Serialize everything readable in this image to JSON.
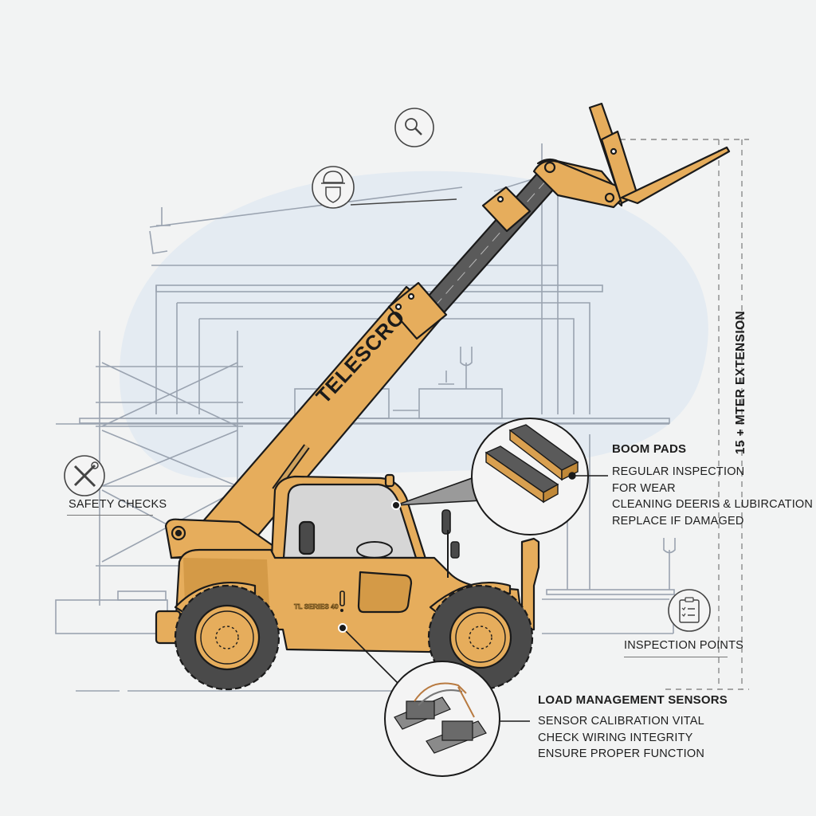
{
  "diagram": {
    "subject": "Telehandler maintenance overview",
    "machine": {
      "boom_brand_text": "TELESCRO",
      "body_model_text": "TL SERIES 40"
    },
    "dimension": {
      "label": "15 + MTER EXTENSION"
    },
    "icons": [
      {
        "name": "magnifier-icon",
        "label": ""
      },
      {
        "name": "hardhat-shield-icon",
        "label": ""
      },
      {
        "name": "wrench-screwdriver-icon",
        "label": "SAFETY CHECKS"
      },
      {
        "name": "clipboard-checklist-icon",
        "label": "INSPECTION POINTS"
      }
    ],
    "callouts": {
      "boom_pads": {
        "title": "BOOM PADS",
        "lines": [
          "REGULAR INSPECTION",
          "FOR WEAR",
          "CLEANING DEERIS & LUBIRCATION",
          "REPLACE IF DAMAGED"
        ]
      },
      "load_sensors": {
        "title": "LOAD MANAGEMENT SENSORS",
        "lines": [
          "SENSOR CALIBRATION VITAL",
          "CHECK WIRING INTEGRITY",
          "ENSURE PROPER FUNCTION"
        ]
      }
    },
    "colors": {
      "background": "#f2f3f3",
      "backdrop_blob": "#e4ebf2",
      "blueprint_lines": "#9aa3b0",
      "machine_yellow": "#e6ad5c",
      "machine_yellow_dark": "#d49a47",
      "boom_inner_gray": "#5a5a5a",
      "tire": "#4a4a4a",
      "outline": "#1a1a1a",
      "glass": "#d6d6d6"
    }
  }
}
